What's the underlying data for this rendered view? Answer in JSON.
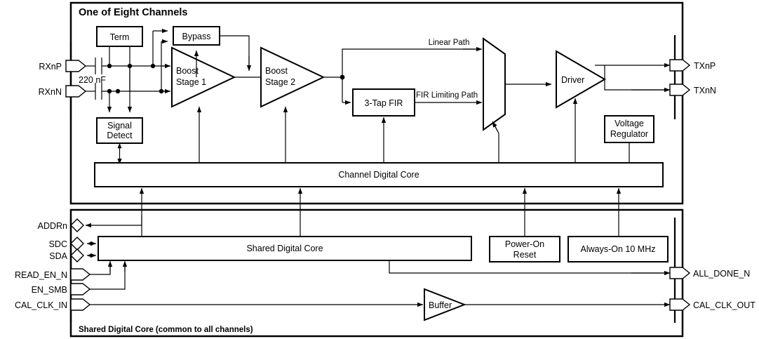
{
  "diagram": {
    "title_top": "One of Eight Channels",
    "title_bottom": "Shared Digital Core (common to all channels)"
  },
  "channel": {
    "blocks": {
      "term": "Term",
      "bypass": "Bypass",
      "signal_detect_l1": "Signal",
      "signal_detect_l2": "Detect",
      "boost1_l1": "Boost",
      "boost1_l2": "Stage 1",
      "boost2_l1": "Boost",
      "boost2_l2": "Stage 2",
      "fir": "3-Tap FIR",
      "driver": "Driver",
      "vreg_l1": "Voltage",
      "vreg_l2": "Regulator",
      "channel_digital_core": "Channel Digital Core"
    },
    "labels": {
      "cap": "220 nF",
      "linear_path": "Linear Path",
      "fir_limiting_path": "FIR Limiting Path"
    },
    "pins": {
      "rxnp": "RXnP",
      "rxnn": "RXnN",
      "txnp": "TXnP",
      "txnn": "TXnN"
    }
  },
  "shared": {
    "blocks": {
      "shared_digital_core": "Shared Digital Core",
      "power_on_reset_l1": "Power-On",
      "power_on_reset_l2": "Reset",
      "always_on_clk": "Always-On 10 MHz",
      "buffer": "Buffer"
    },
    "pins_left": [
      {
        "name": "ADDRn",
        "shape": "diamond"
      },
      {
        "name": "SDC",
        "shape": "diamond"
      },
      {
        "name": "SDA",
        "shape": "diamond"
      },
      {
        "name": "READ_EN_N",
        "shape": "input"
      },
      {
        "name": "EN_SMB",
        "shape": "input"
      },
      {
        "name": "CAL_CLK_IN",
        "shape": "input"
      }
    ],
    "pins_right": [
      {
        "name": "ALL_DONE_N",
        "shape": "output"
      },
      {
        "name": "CAL_CLK_OUT",
        "shape": "output"
      }
    ]
  },
  "colors": {
    "stroke": "#000000",
    "fill": "#ffffff",
    "background": "#ffffff"
  }
}
